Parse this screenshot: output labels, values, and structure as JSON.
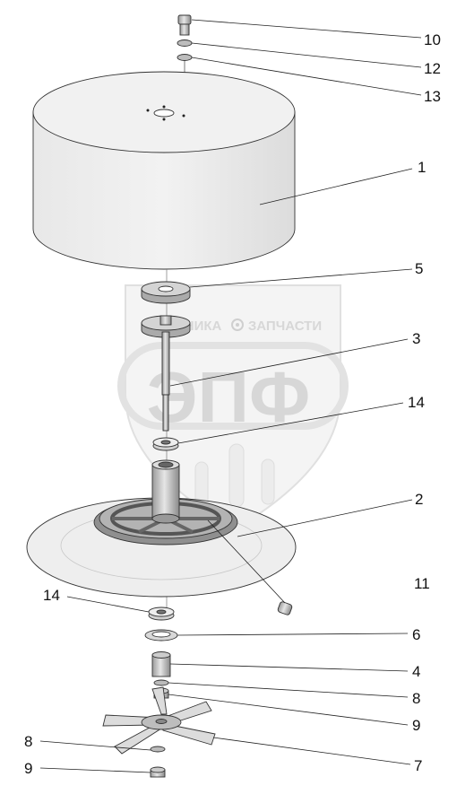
{
  "watermark": {
    "brand_left": "ТЕХНИКА",
    "brand_right": "ЗАПЧАСТИ",
    "logo": "ЭПФ",
    "gear_icon": "gear-icon"
  },
  "callouts": [
    {
      "id": "10",
      "label": "10"
    },
    {
      "id": "12",
      "label": "12"
    },
    {
      "id": "13",
      "label": "13"
    },
    {
      "id": "1",
      "label": "1"
    },
    {
      "id": "5",
      "label": "5"
    },
    {
      "id": "3",
      "label": "3"
    },
    {
      "id": "14a",
      "label": "14"
    },
    {
      "id": "2",
      "label": "2"
    },
    {
      "id": "11",
      "label": "11"
    },
    {
      "id": "14b",
      "label": "14"
    },
    {
      "id": "6",
      "label": "6"
    },
    {
      "id": "4",
      "label": "4"
    },
    {
      "id": "8a",
      "label": "8"
    },
    {
      "id": "9a",
      "label": "9"
    },
    {
      "id": "8b",
      "label": "8"
    },
    {
      "id": "7",
      "label": "7"
    },
    {
      "id": "9b",
      "label": "9"
    }
  ]
}
